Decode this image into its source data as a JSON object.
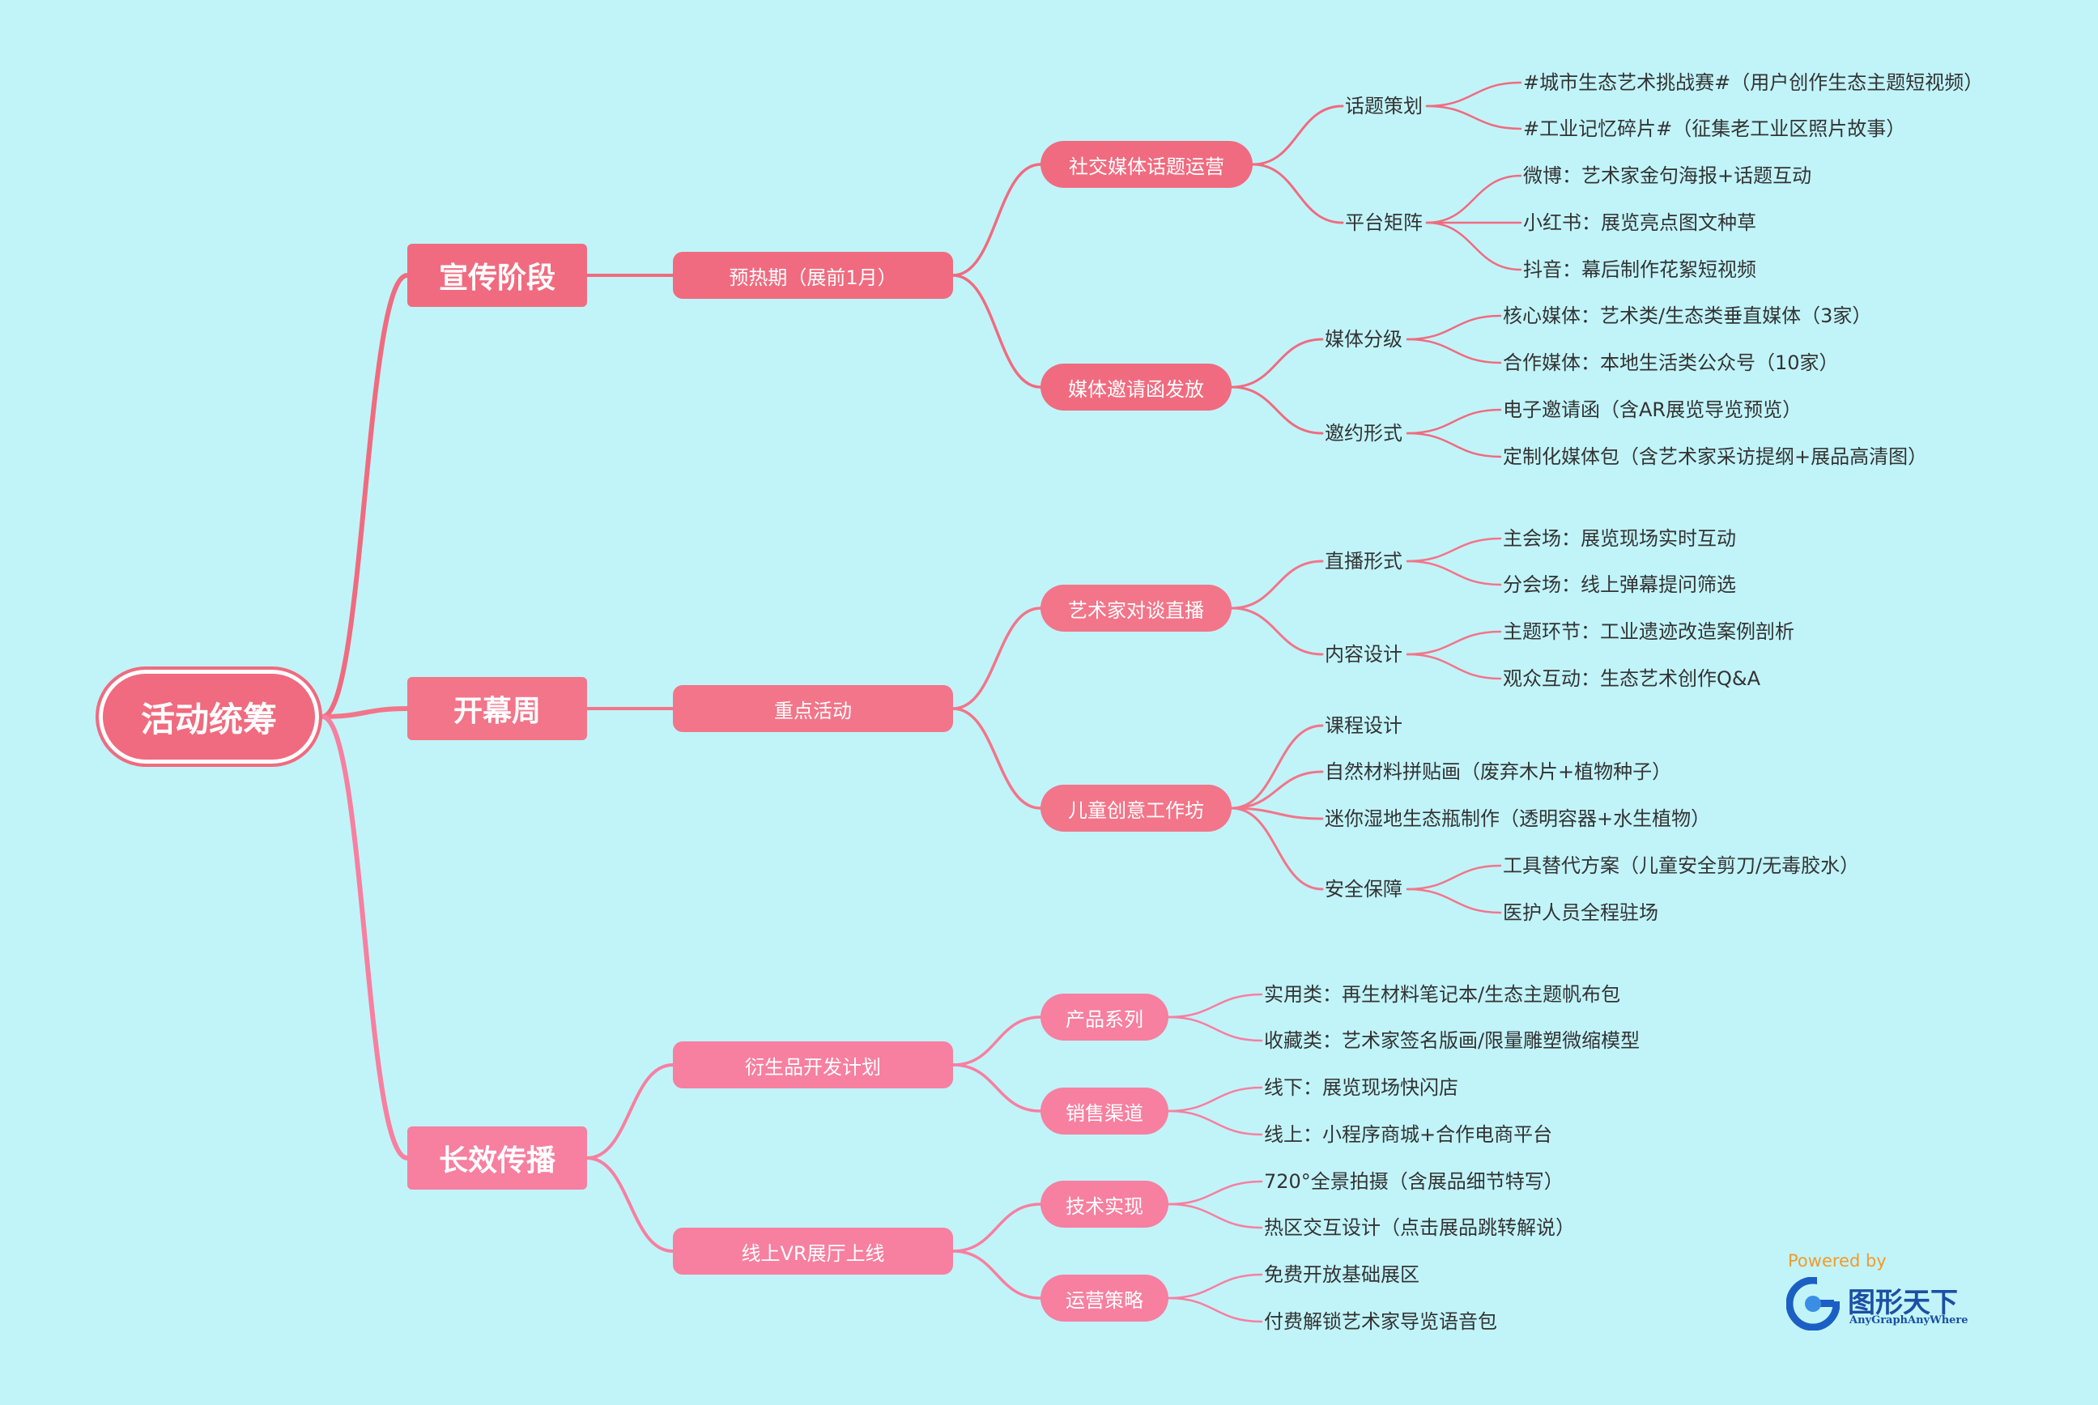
{
  "colors": {
    "background": "#c1f4f9",
    "branch": "#f06b7f",
    "branch_light": "#f77fa0",
    "leaf_text": "#333333"
  },
  "root": {
    "label": "活动统筹"
  },
  "branches": [
    {
      "label": "宣传阶段",
      "children": [
        {
          "label": "预热期（展前1月）",
          "children": [
            {
              "label": "社交媒体话题运营",
              "children": [
                {
                  "label": "话题策划",
                  "items": [
                    "#城市生态艺术挑战赛#（用户创作生态主题短视频）",
                    "#工业记忆碎片#（征集老工业区照片故事）"
                  ]
                },
                {
                  "label": "平台矩阵",
                  "items": [
                    "微博：艺术家金句海报+话题互动",
                    "小红书：展览亮点图文种草",
                    "抖音：幕后制作花絮短视频"
                  ]
                }
              ]
            },
            {
              "label": "媒体邀请函发放",
              "children": [
                {
                  "label": "媒体分级",
                  "items": [
                    "核心媒体：艺术类/生态类垂直媒体（3家）",
                    "合作媒体：本地生活类公众号（10家）"
                  ]
                },
                {
                  "label": "邀约形式",
                  "items": [
                    "电子邀请函（含AR展览导览预览）",
                    "定制化媒体包（含艺术家采访提纲+展品高清图）"
                  ]
                }
              ]
            }
          ]
        }
      ]
    },
    {
      "label": "开幕周",
      "children": [
        {
          "label": "重点活动",
          "children": [
            {
              "label": "艺术家对谈直播",
              "children": [
                {
                  "label": "直播形式",
                  "items": [
                    "主会场：展览现场实时互动",
                    "分会场：线上弹幕提问筛选"
                  ]
                },
                {
                  "label": "内容设计",
                  "items": [
                    "主题环节：工业遗迹改造案例剖析",
                    "观众互动：生态艺术创作Q&A"
                  ]
                }
              ]
            },
            {
              "label": "儿童创意工作坊",
              "children": [
                {
                  "label": "课程设计",
                  "items": []
                },
                {
                  "label": "自然材料拼贴画（废弃木片+植物种子）",
                  "items": []
                },
                {
                  "label": "迷你湿地生态瓶制作（透明容器+水生植物）",
                  "items": []
                },
                {
                  "label": "安全保障",
                  "items": [
                    "工具替代方案（儿童安全剪刀/无毒胶水）",
                    "医护人员全程驻场"
                  ]
                }
              ]
            }
          ]
        }
      ]
    },
    {
      "label": "长效传播",
      "children": [
        {
          "label": "衍生品开发计划",
          "children": [
            {
              "label": "产品系列",
              "items": [
                "实用类：再生材料笔记本/生态主题帆布包",
                "收藏类：艺术家签名版画/限量雕塑微缩模型"
              ]
            },
            {
              "label": "销售渠道",
              "items": [
                "线下：展览现场快闪店",
                "线上：小程序商城+合作电商平台"
              ]
            }
          ]
        },
        {
          "label": "线上VR展厅上线",
          "children": [
            {
              "label": "技术实现",
              "items": [
                "720°全景拍摄（含展品细节特写）",
                "热区交互设计（点击展品跳转解说）"
              ]
            },
            {
              "label": "运营策略",
              "items": [
                "免费开放基础展区",
                "付费解锁艺术家导览语音包"
              ]
            }
          ]
        }
      ]
    }
  ],
  "brand": {
    "powered_by": "Powered by",
    "name": "图形天下",
    "sub": "AnyGraphAnyWhere"
  }
}
